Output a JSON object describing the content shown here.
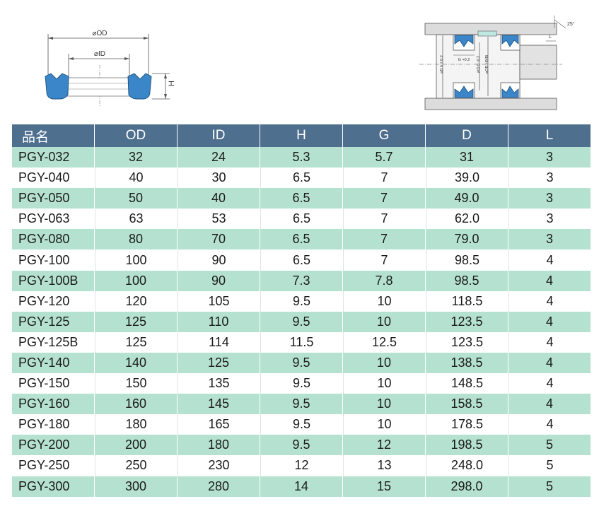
{
  "diagram": {
    "od_label": "⌀OD",
    "id_label": "⌀ID",
    "h_label": "H",
    "angle_label": "25°",
    "l_label": "L",
    "g_label": "G +0.2",
    "d_label": "⌀D h ± 0.2",
    "id2_label": "⌀ID 0 -0.2",
    "od2_label": "⌀OD H9/f8"
  },
  "table": {
    "headers": [
      "品名",
      "OD",
      "ID",
      "H",
      "G",
      "D",
      "L"
    ],
    "rows": [
      [
        "PGY-032",
        "32",
        "24",
        "5.3",
        "5.7",
        "31",
        "3"
      ],
      [
        "PGY-040",
        "40",
        "30",
        "6.5",
        "7",
        "39.0",
        "3"
      ],
      [
        "PGY-050",
        "50",
        "40",
        "6.5",
        "7",
        "49.0",
        "3"
      ],
      [
        "PGY-063",
        "63",
        "53",
        "6.5",
        "7",
        "62.0",
        "3"
      ],
      [
        "PGY-080",
        "80",
        "70",
        "6.5",
        "7",
        "79.0",
        "3"
      ],
      [
        "PGY-100",
        "100",
        "90",
        "6.5",
        "7",
        "98.5",
        "4"
      ],
      [
        "PGY-100B",
        "100",
        "90",
        "7.3",
        "7.8",
        "98.5",
        "4"
      ],
      [
        "PGY-120",
        "120",
        "105",
        "9.5",
        "10",
        "118.5",
        "4"
      ],
      [
        "PGY-125",
        "125",
        "110",
        "9.5",
        "10",
        "123.5",
        "4"
      ],
      [
        "PGY-125B",
        "125",
        "114",
        "11.5",
        "12.5",
        "123.5",
        "4"
      ],
      [
        "PGY-140",
        "140",
        "125",
        "9.5",
        "10",
        "138.5",
        "4"
      ],
      [
        "PGY-150",
        "150",
        "135",
        "9.5",
        "10",
        "148.5",
        "4"
      ],
      [
        "PGY-160",
        "160",
        "145",
        "9.5",
        "10",
        "158.5",
        "4"
      ],
      [
        "PGY-180",
        "180",
        "165",
        "9.5",
        "10",
        "178.5",
        "4"
      ],
      [
        "PGY-200",
        "200",
        "180",
        "9.5",
        "12",
        "198.5",
        "5"
      ],
      [
        "PGY-250",
        "250",
        "230",
        "12",
        "13",
        "248.0",
        "5"
      ],
      [
        "PGY-300",
        "300",
        "280",
        "14",
        "15",
        "298.0",
        "5"
      ]
    ]
  }
}
